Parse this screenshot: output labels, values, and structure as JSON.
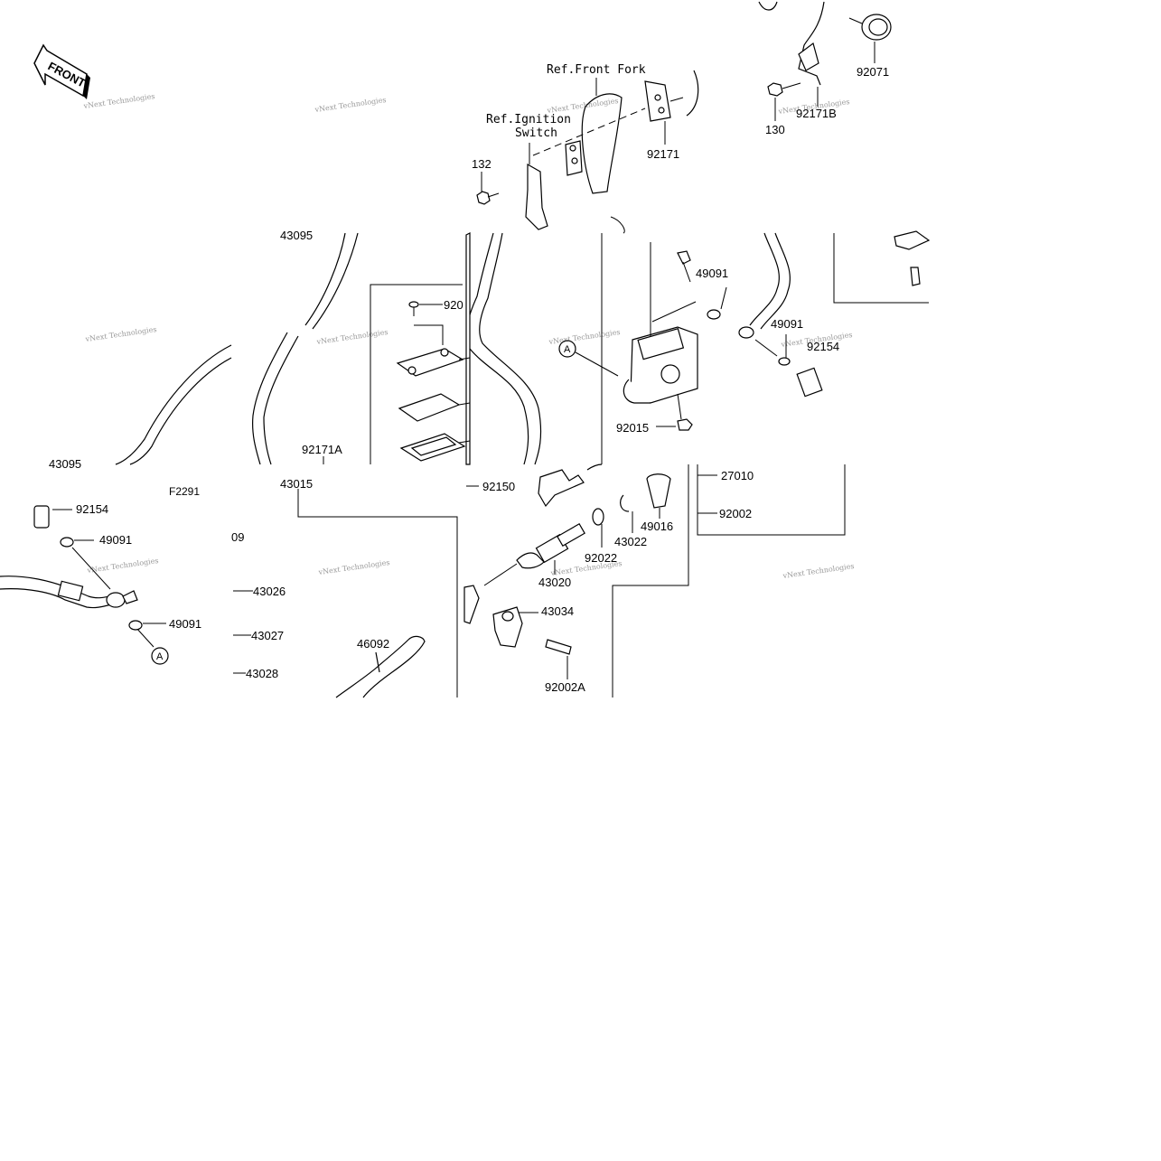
{
  "diagram": {
    "figure_code": "F2291",
    "front_label": "FRONT",
    "watermark": "vNext Technologies",
    "callout_letter": "A",
    "references": {
      "front_fork": "Ref.Front Fork",
      "ignition_line1": "Ref.Ignition",
      "ignition_line2": "Switch"
    },
    "parts": {
      "p92071": "92071",
      "p130": "130",
      "p92171B": "92171B",
      "p92171": "92171",
      "p132": "132",
      "p43095": "43095",
      "p49091_a": "49091",
      "p49091_b": "49091",
      "p92154_a": "92154",
      "p92015": "92015",
      "p92171A": "92171A",
      "p43095_b": "43095",
      "p43015": "43015",
      "p92150": "92150",
      "p27010": "27010",
      "p49016": "49016",
      "p92002": "92002",
      "p43022": "43022",
      "p92022": "92022",
      "p43020": "43020",
      "p43034": "43034",
      "p92002A": "92002A",
      "p92154_b": "92154",
      "p49091_c": "49091",
      "p49091_d": "49091",
      "p43026": "43026",
      "p43027": "43027",
      "p43028": "43028",
      "p46092": "46092",
      "p920": "920",
      "p09": "09"
    }
  }
}
